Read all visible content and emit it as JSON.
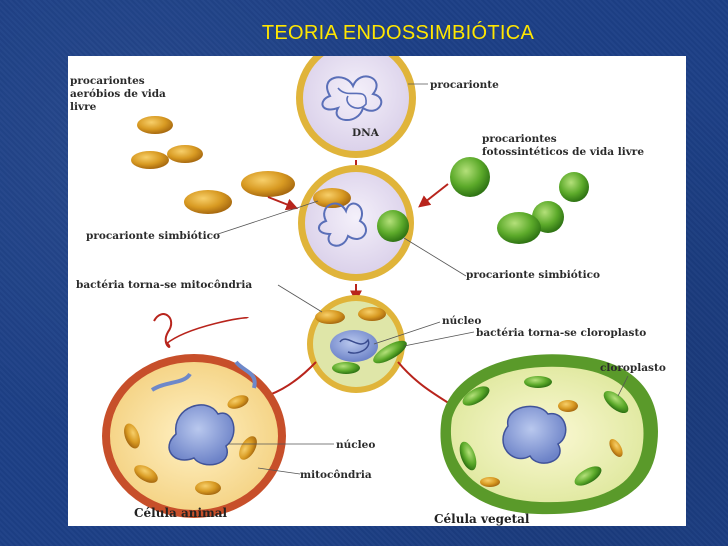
{
  "slide": {
    "title": "TEORIA ENDOSSIMBIÓTICA"
  },
  "diagram": {
    "labels": {
      "aerobic_free": [
        "procariontes",
        "aeróbios de vida",
        "livre"
      ],
      "prokaryote": "procarionte",
      "dna": "DNA",
      "photosynthetic_free": [
        "procariontes",
        "fotossintéticos de vida livre"
      ],
      "symbiotic_left": "procarionte simbiótico",
      "symbiotic_right": "procarionte simbiótico",
      "to_mitochondria": "bactéria torna-se mitocôndria",
      "nucleus_top": "núcleo",
      "to_chloroplast": "bactéria torna-se cloroplasto",
      "chloroplast": "cloroplasto",
      "nucleus_bottom": "núcleo",
      "mitochondria": "mitocôndria"
    },
    "captions": {
      "animal": "Célula animal",
      "plant": "Célula vegetal"
    },
    "colors": {
      "slide_bg": "#1d3f86",
      "title": "#ffe600",
      "cell_wall": "#e0b43a",
      "cytoplasm": "#e7e1f1",
      "aerobic": "#d89a22",
      "photosynthetic": "#5caa2a",
      "arrow": "#b8241c"
    }
  }
}
